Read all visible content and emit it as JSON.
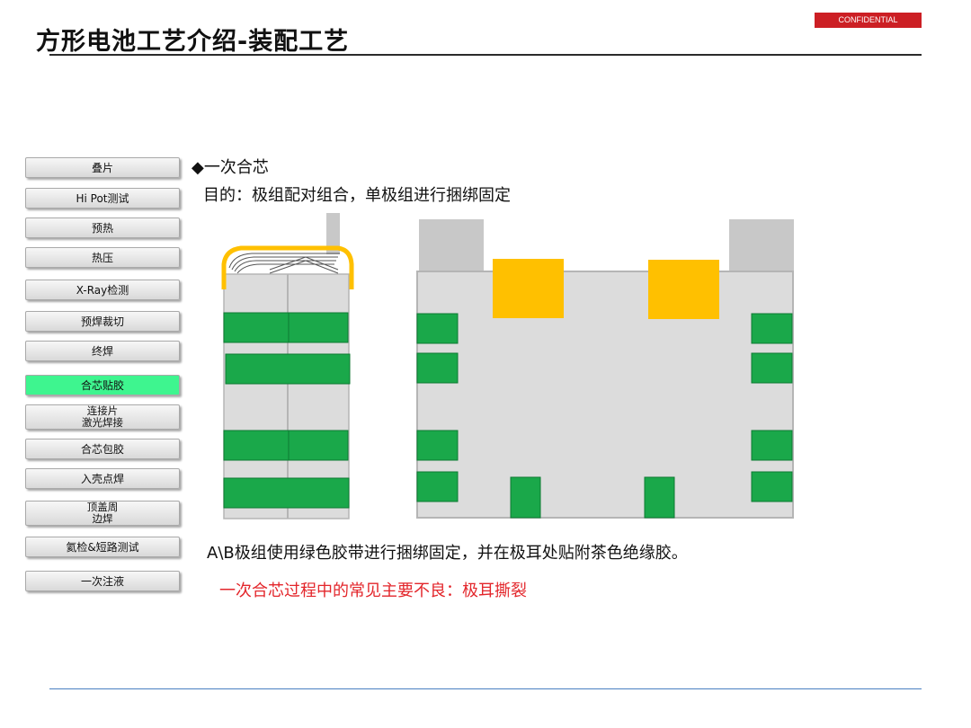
{
  "page": {
    "title": "方形电池工艺介绍-装配工艺",
    "badge": "CONFIDENTIAL"
  },
  "steps": [
    {
      "label": "叠片",
      "active": false
    },
    {
      "label": "Hi Pot测试",
      "active": false
    },
    {
      "label": "预热",
      "active": false
    },
    {
      "label": "热压",
      "active": false
    },
    {
      "label": "X-Ray检测",
      "active": false
    },
    {
      "label": "预焊裁切",
      "active": false
    },
    {
      "label": "终焊",
      "active": false
    },
    {
      "label": "合芯贴胶",
      "active": true
    },
    {
      "label": "连接片\n激光焊接",
      "active": false
    },
    {
      "label": "合芯包胶",
      "active": false
    },
    {
      "label": "入壳点焊",
      "active": false
    },
    {
      "label": "顶盖周\n边焊",
      "active": false
    },
    {
      "label": "氦检&短路测试",
      "active": false
    },
    {
      "label": "一次注液",
      "active": false
    }
  ],
  "content": {
    "heading": "◆一次合芯",
    "purpose": "目的：极组配对组合，单极组进行捆绑固定",
    "description": "A\\B极组使用绿色胶带进行捆绑固定，并在极耳处贴附茶色绝缘胶。",
    "defect": "一次合芯过程中的常见主要不良：极耳撕裂"
  },
  "colors": {
    "accent_red": "#cc1f24",
    "active_step": "#3ef58f",
    "tape_green": "#1aa84a",
    "insulation_yellow": "#ffc000",
    "cell_gray": "#dcdcdc",
    "tab_gray": "#c8c8c8",
    "defect_red": "#e3262b"
  }
}
